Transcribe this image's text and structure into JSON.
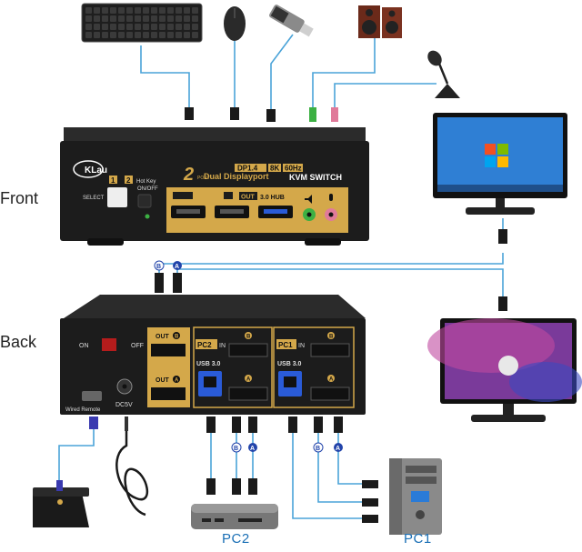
{
  "labels": {
    "front": "Front",
    "back": "Back",
    "pc1": "PC1",
    "pc2": "PC2"
  },
  "front_panel": {
    "brand": "KLau",
    "model_num": "2",
    "model_sub": "PORT",
    "title_line1": "Dual Displayport",
    "title_line2": "KVM SWITCH",
    "badge_dp": "DP1.4",
    "badge_8k": "8K",
    "badge_hz": "60Hz",
    "port_num_1": "1",
    "port_num_2": "2",
    "hotkey": "Hot Key",
    "onoff": "ON/OFF",
    "select": "SELECT",
    "out_label": "OUT",
    "hub_label": "3.0 HUB"
  },
  "back_panel": {
    "on": "ON",
    "off": "OFF",
    "out_b": "OUT",
    "out_a": "OUT",
    "pc2_in": "PC2",
    "pc1_in": "PC1",
    "in_word": "IN",
    "usb30_a": "USB 3.0",
    "usb30_b": "USB 3.0",
    "dc5v": "DC5V",
    "wired_remote": "Wired Remote",
    "letter_a": "A",
    "letter_b": "B"
  },
  "connectors": {
    "a": "A",
    "b": "B"
  },
  "colors": {
    "device": "#1c1c1c",
    "gold": "#d4a84a",
    "wire": "#4aa3d8",
    "badge_a": "#2244aa",
    "usb_blue": "#2a5bd7",
    "audio_green": "#3cb043",
    "audio_pink": "#e07a9a"
  }
}
